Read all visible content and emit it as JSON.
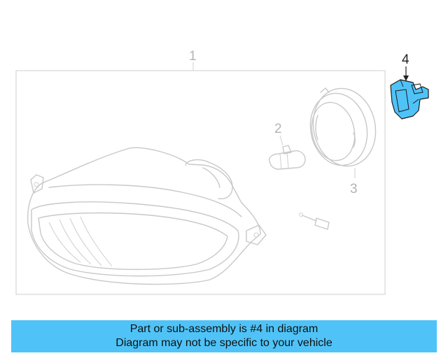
{
  "diagram": {
    "callouts": [
      {
        "num": "1"
      },
      {
        "num": "2"
      },
      {
        "num": "3"
      },
      {
        "num": "4",
        "highlighted": true
      }
    ],
    "highlight_color": "#4fc3f7",
    "outline_color": "#c8c8c8"
  },
  "banner": {
    "line1": "Part or sub-assembly is #4 in diagram",
    "line2": "Diagram may not be specific to your vehicle",
    "background": "#4fc3f7"
  }
}
